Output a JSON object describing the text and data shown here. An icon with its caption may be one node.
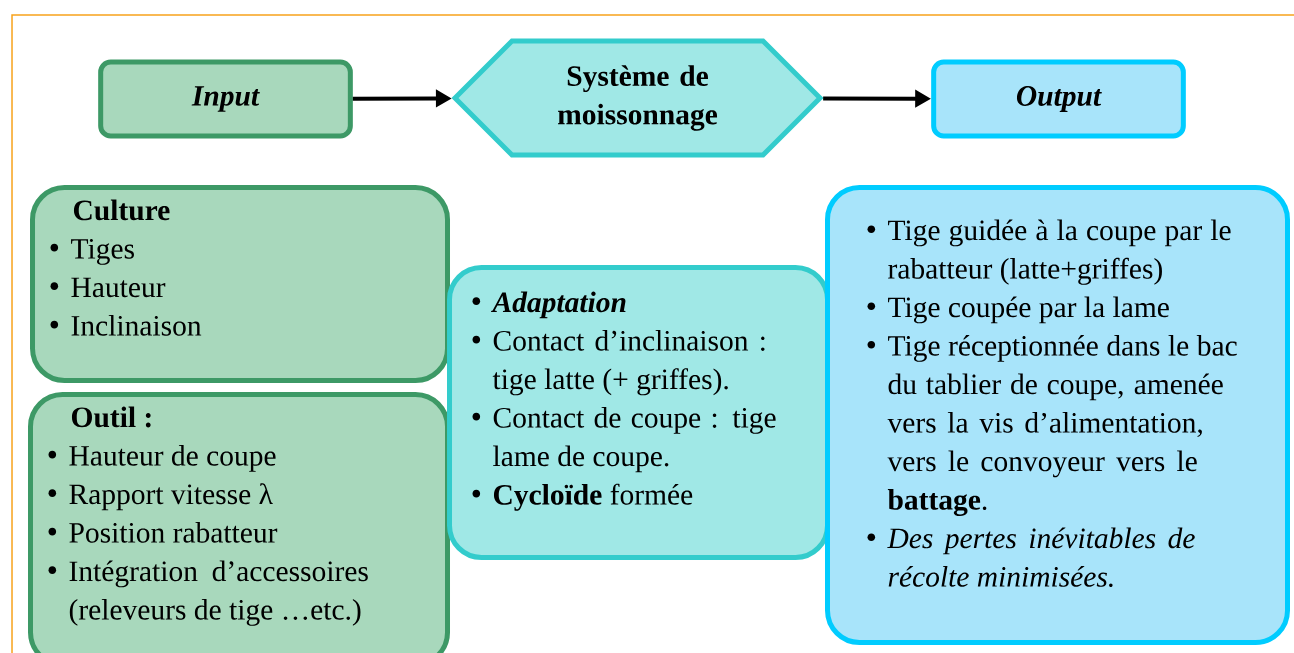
{
  "diagram": {
    "nodes": [
      {
        "text": [
          "Input"
        ]
      },
      {
        "text": [
          "Système de moissonnage"
        ]
      },
      {
        "text": [
          "Output"
        ]
      },
      {
        "text": [
          "Culture",
          "Tiges",
          "Hauteur",
          "Inclinaison"
        ]
      },
      {
        "text": [
          "Outil :",
          "Hauteur de coupe",
          "Rapport vitesse λ",
          "Position rabatteur",
          "Intégration d’accessoires (releveurs de tige …etc.)"
        ]
      },
      {
        "text": [
          "Adaptation",
          "Contact d’inclinaison : tige latte (+ griffes).",
          "Contact de coupe : tige lame de coupe.",
          "**Cycloïde** formée"
        ]
      },
      {
        "text": [
          "Tige guidée à la coupe par le rabatteur (latte+griffes)",
          "Tige coupée par la lame",
          "Tige réceptionnée dans le bac du tablier de coupe, amenée vers la vis d’alimentation, vers le convoyeur vers le **battage**.",
          "Des pertes inévitables de récolte minimisées."
        ]
      }
    ],
    "edges": [
      {
        "from": 0,
        "to": 1,
        "arrow": "to"
      },
      {
        "from": 1,
        "to": 2,
        "arrow": "to"
      }
    ]
  }
}
